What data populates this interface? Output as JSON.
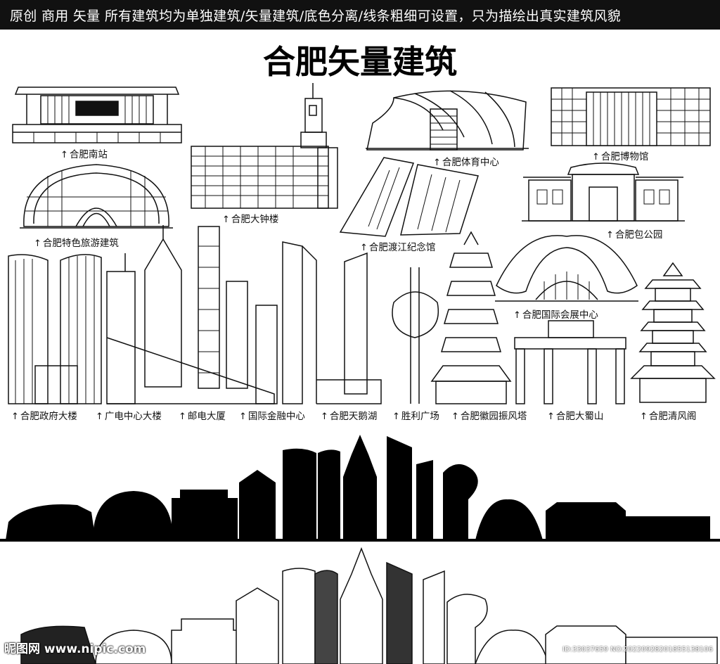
{
  "header": {
    "banner": "原创 商用 矢量 所有建筑均为单独建筑/矢量建筑/底色分离/线条粗细可设置，只为描绘出真实建筑风貌",
    "title": "合肥矢量建筑"
  },
  "arrow_glyph": "↑",
  "labels": {
    "south_station": "合肥南站",
    "sports_center": "合肥体育中心",
    "museum": "合肥博物馆",
    "clock_tower": "合肥大钟楼",
    "featured_tourism": "合肥特色旅游建筑",
    "dujiang_memorial": "合肥渡江纪念馆",
    "baogong_park": "合肥包公园",
    "expo_center": "合肥国际会展中心",
    "gov_building": "合肥政府大楼",
    "broadcast_center": "广电中心大楼",
    "post_building": "邮电大厦",
    "finance_center": "国际金融中心",
    "swan_lake": "合肥天鹅湖",
    "victory_square": "胜利广场",
    "zhenfeng_pagoda": "合肥徽园振风塔",
    "dashushan": "合肥大蜀山",
    "qingfeng_pavilion": "合肥清风阁"
  },
  "watermark": {
    "site": "昵图网 www.nipic.com",
    "id": "ID:33037659 NO:20220928201855138106"
  }
}
